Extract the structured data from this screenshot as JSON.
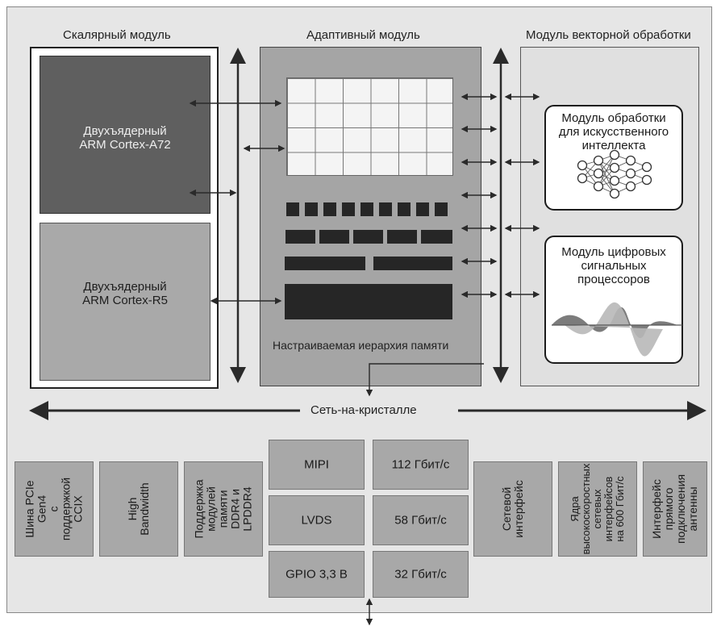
{
  "titles": {
    "scalar": "Скалярный модуль",
    "adaptive": "Адаптивный модуль",
    "vector": "Модуль векторной обработки"
  },
  "scalar": {
    "a72": "Двухъядерный\nARM Cortex-A72",
    "r5": "Двухъядерный\nARM Cortex-R5"
  },
  "adaptive": {
    "memory_label": "Настраиваемая иерархия памяти"
  },
  "vector": {
    "ai": "Модуль обработки\nдля искусственного\nинтеллекта",
    "dsp": "Модуль цифровых\nсигнальных\nпроцессоров"
  },
  "noc": "Сеть-на-кристалле",
  "io_blocks": [
    "Шина PCIe Gen4\nс поддержкой\nCCIX",
    "High\nBandwidth",
    "Поддержка\nмодулей памяти\nDDR4 и LPDDR4",
    "Сетевой\nинтерфейс",
    "Ядра\nвысокоскоростных\nсетевых\nинтерфейсов\nна 600 Гбит/с",
    "Интерфейс\nпрямого\nподключения\nантенны"
  ],
  "io_left_col": [
    "MIPI",
    "LVDS",
    "GPIO 3,3 В"
  ],
  "io_right_col": [
    "112 Гбит/с",
    "58 Гбит/с",
    "32 Гбит/с"
  ],
  "colors": {
    "background": "#e6e6e6",
    "a72_block": "#5f5f5f",
    "r5_block": "#a9a9a9",
    "adaptive_block": "#a5a5a5",
    "vector_block": "#e0e0e0",
    "io_block": "#a8a8a8",
    "arrows": "#2a2a2a"
  },
  "icons": [
    "neural-network-icon",
    "signal-waveform-icon"
  ]
}
